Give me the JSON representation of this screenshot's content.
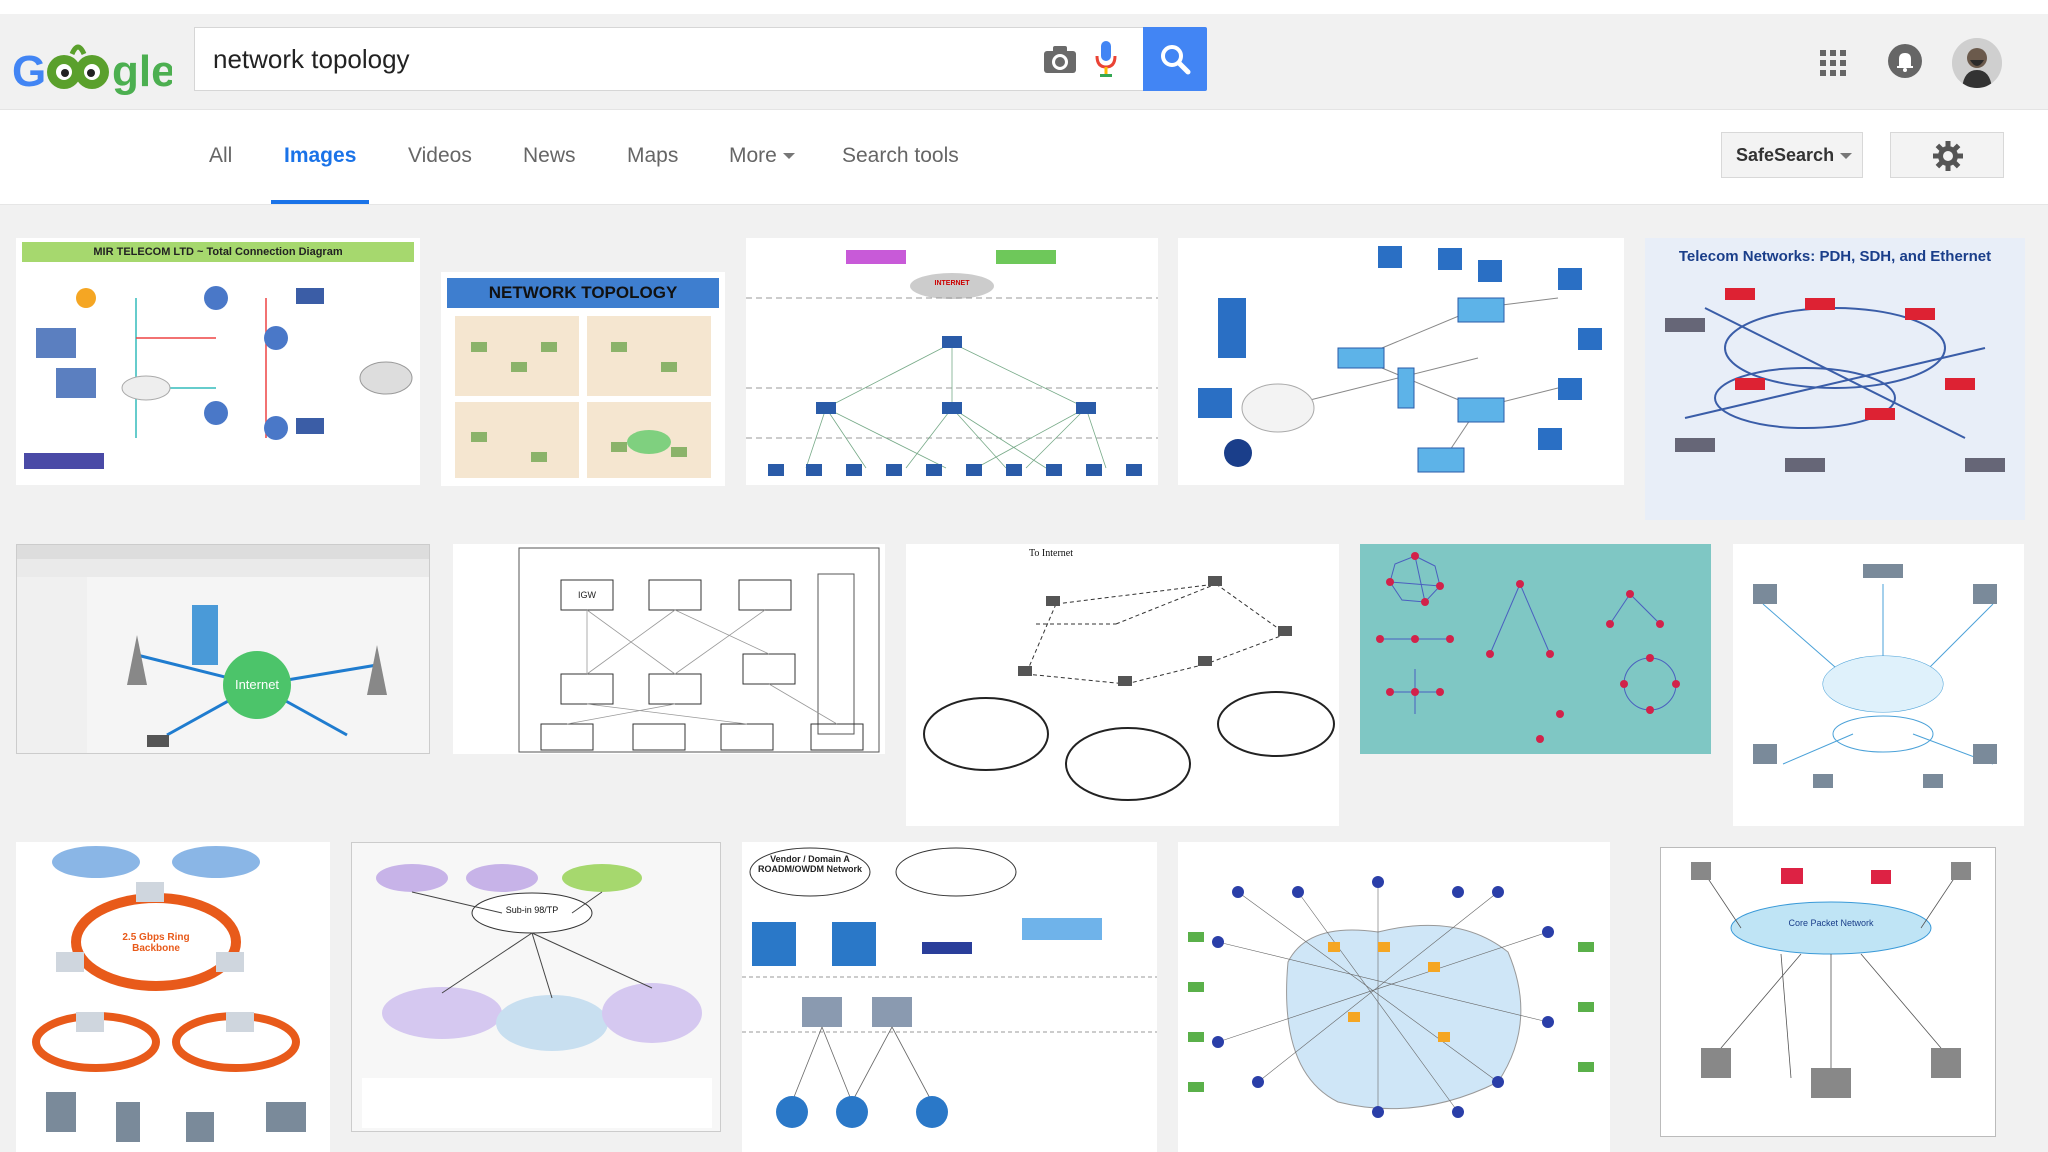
{
  "header": {
    "logo_text": "Google",
    "search_query": "network topology"
  },
  "tabs": [
    {
      "label": "All",
      "active": false
    },
    {
      "label": "Images",
      "active": true
    },
    {
      "label": "Videos",
      "active": false
    },
    {
      "label": "News",
      "active": false
    },
    {
      "label": "Maps",
      "active": false
    },
    {
      "label": "More",
      "active": false
    },
    {
      "label": "Search tools",
      "active": false
    }
  ],
  "controls": {
    "safesearch_label": "SafeSearch"
  },
  "results": [
    {
      "caption": "MIR TELECOM LTD ~ Total Connection Diagram"
    },
    {
      "caption": "NETWORK TOPOLOGY"
    },
    {
      "caption": "INTERNET"
    },
    {
      "caption": ""
    },
    {
      "caption": "Telecom Networks: PDH, SDH, and Ethernet"
    },
    {
      "caption": "Internet"
    },
    {
      "caption": "IGW"
    },
    {
      "caption": "To Internet"
    },
    {
      "caption": ""
    },
    {
      "caption": ""
    },
    {
      "caption": "2.5 Gbps Ring Backbone"
    },
    {
      "caption": "Sub-in 98/TP"
    },
    {
      "caption": "Vendor / Domain A ROADM/OWDM Network"
    },
    {
      "caption": ""
    },
    {
      "caption": "Core Packet Network"
    }
  ],
  "colors": {
    "accent": "#4285f4",
    "active_tab": "#1a73e8",
    "header_bg": "#f1f1f1"
  }
}
